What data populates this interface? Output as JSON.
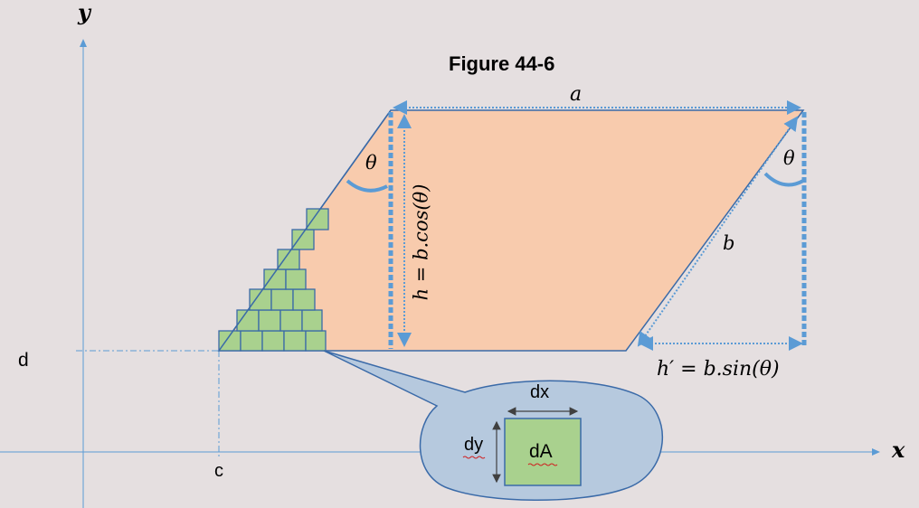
{
  "figure": {
    "title": "Figure 44-6",
    "axes": {
      "x_label": "x",
      "y_label": "y",
      "c_label": "c",
      "d_label": "d"
    },
    "parallelogram": {
      "fill": "#f8cbad",
      "edge_color": "#3a6aa8",
      "top_label": "a",
      "slant_label": "b",
      "angle_left": "θ",
      "angle_right": "θ",
      "height_label": "h = b.cos(θ)",
      "offset_label": "h′ = b.sin(θ)"
    },
    "callout": {
      "fill": "#b6c9de",
      "element_label": "dA",
      "dx_label": "dx",
      "dy_label": "dy"
    },
    "grid": {
      "fill": "#a9d18e",
      "stroke": "#3a6aa8"
    },
    "colors": {
      "axis": "#5b9bd5",
      "dimension": "#5b9bd5"
    }
  }
}
